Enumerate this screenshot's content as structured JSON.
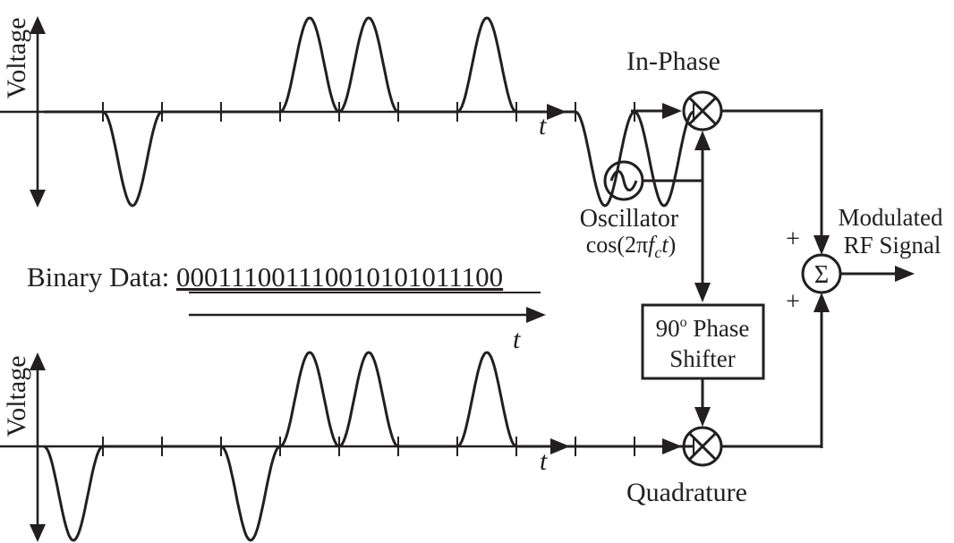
{
  "top_plot": {
    "ylabel": "Voltage",
    "xlabel": "t",
    "symbols": [
      0,
      -1,
      0,
      0,
      1,
      1,
      0,
      1,
      0,
      -1,
      -1
    ]
  },
  "bottom_plot": {
    "ylabel": "Voltage",
    "xlabel": "t",
    "symbols": [
      -1,
      0,
      0,
      -1,
      1,
      1,
      0,
      1,
      0,
      0,
      0
    ]
  },
  "binary": {
    "label": "Binary Data: ",
    "bits": "000111001110010101011100",
    "axis_label": "t"
  },
  "iq": {
    "in_phase_label": "In-Phase",
    "quadrature_label": "Quadrature",
    "oscillator_label": "Oscillator",
    "osc_formula_prefix": "cos(2π",
    "osc_formula_f": "f",
    "osc_formula_sub": "c",
    "osc_formula_t": "t",
    "osc_formula_suffix": ")",
    "shifter_line1_num": "90",
    "shifter_line1_deg": "o",
    "shifter_line1_rest": " Phase",
    "shifter_line2": "Shifter",
    "sum_symbol": "Σ",
    "plus_top": "+",
    "plus_bottom": "+",
    "output_line1": "Modulated",
    "output_line2": "RF Signal"
  }
}
